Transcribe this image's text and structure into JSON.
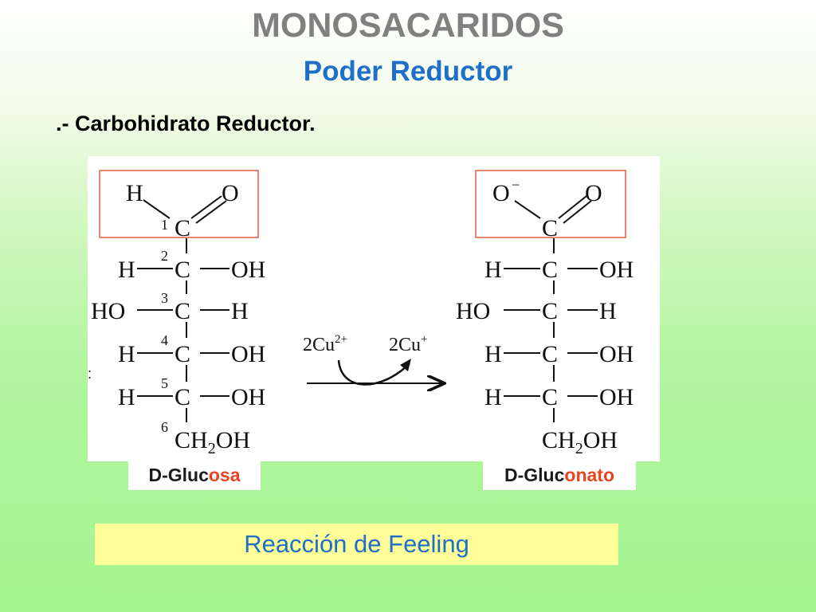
{
  "slide": {
    "title": "MONOSACARIDOS",
    "subtitle": "Poder Reductor",
    "bullet": ".- Carbohidrato Reductor.",
    "banner": "Reacción de Feeling"
  },
  "diagram": {
    "reactant": {
      "aldehyde_group": {
        "H": "H",
        "O": "O",
        "C": "C"
      },
      "carbon_numbers": [
        "1",
        "2",
        "3",
        "4",
        "5",
        "6"
      ],
      "rows": [
        {
          "left": "H",
          "center": "C",
          "right": "OH"
        },
        {
          "left": "HO",
          "center": "C",
          "right": "H"
        },
        {
          "left": "H",
          "center": "C",
          "right": "OH"
        },
        {
          "left": "H",
          "center": "C",
          "right": "OH"
        }
      ],
      "terminal": {
        "ch": "CH",
        "sub": "2",
        "oh": "OH"
      },
      "label_prefix": "D-Gluc",
      "label_suffix": "osa"
    },
    "reagents": {
      "left": {
        "base": "2Cu",
        "charge": "2+"
      },
      "right": {
        "base": "2Cu",
        "charge": "+"
      }
    },
    "product": {
      "carboxylate_group": {
        "O_minus": "O",
        "minus": "−",
        "O": "O",
        "C": "C"
      },
      "rows": [
        {
          "left": "H",
          "center": "C",
          "right": "OH"
        },
        {
          "left": "HO",
          "center": "C",
          "right": "H"
        },
        {
          "left": "H",
          "center": "C",
          "right": "OH"
        },
        {
          "left": "H",
          "center": "C",
          "right": "OH"
        }
      ],
      "terminal": {
        "ch": "CH",
        "sub": "2",
        "oh": "OH"
      },
      "label_prefix": "D-Gluc",
      "label_suffix": "onato"
    },
    "colors": {
      "highlight_box": "#e15a4a",
      "label_highlight": "#e8451e",
      "bond": "#111111"
    },
    "icons": [
      "reaction-arrow-icon",
      "curved-arrow-icon"
    ]
  }
}
